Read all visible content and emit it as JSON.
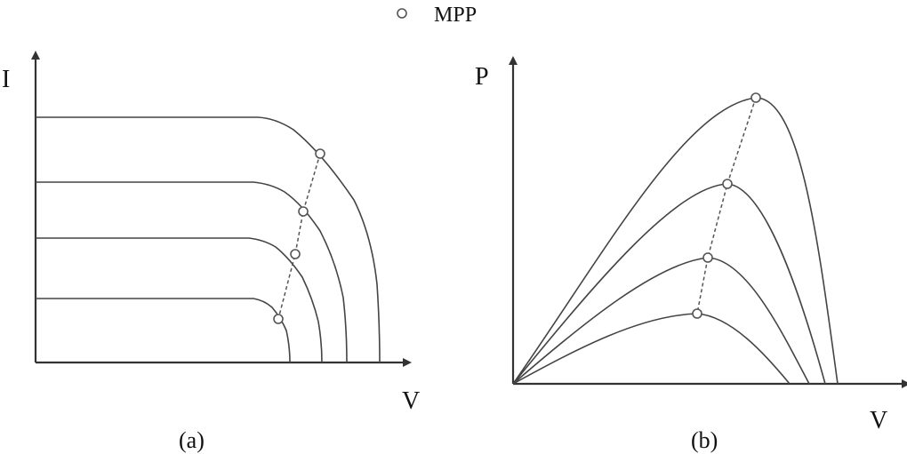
{
  "legend": {
    "marker_label": "MPP"
  },
  "panels": [
    {
      "id": "a",
      "caption": "(a)",
      "y_axis_label": "I",
      "x_axis_label": "V"
    },
    {
      "id": "b",
      "caption": "(b)",
      "y_axis_label": "P",
      "x_axis_label": "V"
    }
  ]
}
